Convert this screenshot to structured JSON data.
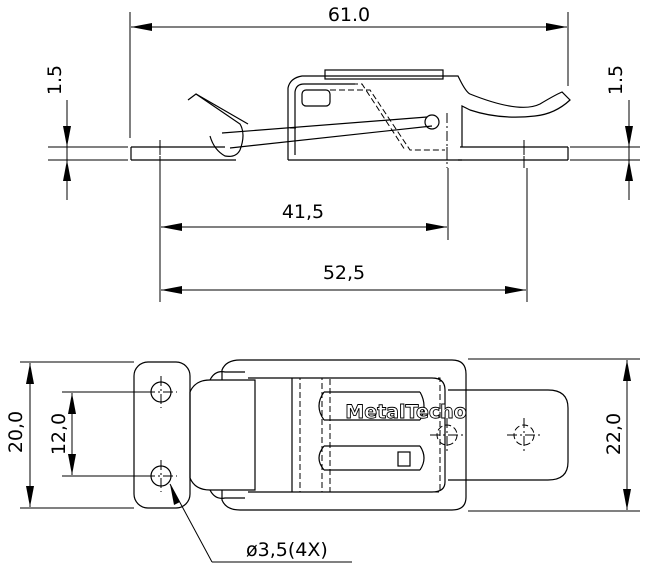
{
  "side_view": {
    "overall_length": "61.0",
    "plate_thickness_left": "1.5",
    "plate_thickness_right": "1.5",
    "hole_pitch": "41,5",
    "overall_hole_span": "52,5"
  },
  "top_view": {
    "overall_width": "20,0",
    "hole_spacing": "12,0",
    "catch_width": "22,0",
    "hole_callout": "ø3,5(4X)",
    "brand_text": "MetalTecho"
  }
}
